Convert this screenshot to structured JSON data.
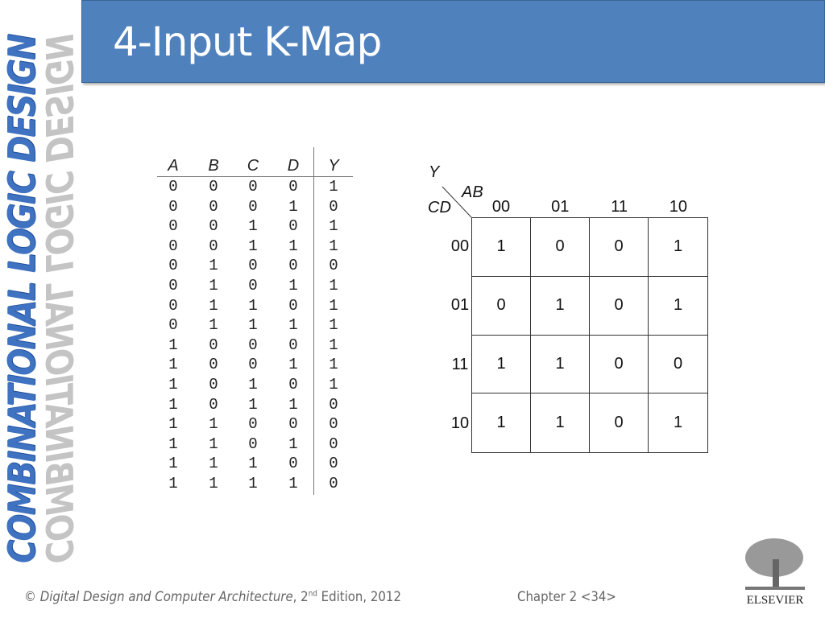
{
  "title": "4-Input K-Map",
  "side_banner": "COMBINATIONAL LOGIC DESIGN",
  "truth_table": {
    "headers": [
      "A",
      "B",
      "C",
      "D",
      "Y"
    ],
    "rows": [
      [
        "0",
        "0",
        "0",
        "0",
        "1"
      ],
      [
        "0",
        "0",
        "0",
        "1",
        "0"
      ],
      [
        "0",
        "0",
        "1",
        "0",
        "1"
      ],
      [
        "0",
        "0",
        "1",
        "1",
        "1"
      ],
      [
        "0",
        "1",
        "0",
        "0",
        "0"
      ],
      [
        "0",
        "1",
        "0",
        "1",
        "1"
      ],
      [
        "0",
        "1",
        "1",
        "0",
        "1"
      ],
      [
        "0",
        "1",
        "1",
        "1",
        "1"
      ],
      [
        "1",
        "0",
        "0",
        "0",
        "1"
      ],
      [
        "1",
        "0",
        "0",
        "1",
        "1"
      ],
      [
        "1",
        "0",
        "1",
        "0",
        "1"
      ],
      [
        "1",
        "0",
        "1",
        "1",
        "0"
      ],
      [
        "1",
        "1",
        "0",
        "0",
        "0"
      ],
      [
        "1",
        "1",
        "0",
        "1",
        "0"
      ],
      [
        "1",
        "1",
        "1",
        "0",
        "0"
      ],
      [
        "1",
        "1",
        "1",
        "1",
        "0"
      ]
    ]
  },
  "kmap": {
    "output": "Y",
    "col_var": "AB",
    "row_var": "CD",
    "col_labels": [
      "00",
      "01",
      "11",
      "10"
    ],
    "row_labels": [
      "00",
      "01",
      "11",
      "10"
    ],
    "cells": [
      [
        "1",
        "0",
        "0",
        "1"
      ],
      [
        "0",
        "1",
        "0",
        "1"
      ],
      [
        "1",
        "1",
        "0",
        "0"
      ],
      [
        "1",
        "1",
        "0",
        "1"
      ]
    ]
  },
  "footer": {
    "copyright": "©",
    "book": "Digital Design and Computer Architecture",
    "edition_pre": ", 2",
    "edition_sup": "nd",
    "edition_post": " Edition, 2012",
    "chapter": "Chapter 2 <34>"
  },
  "logo": {
    "text": "ELSEVIER"
  },
  "colors": {
    "title_bar": "#4f81bd",
    "banner": "#3f72c0"
  }
}
